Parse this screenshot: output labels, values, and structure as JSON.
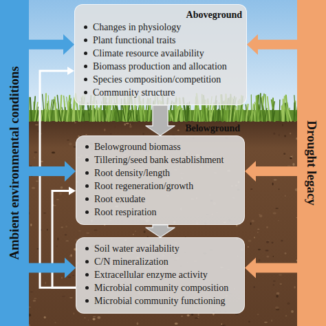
{
  "diagram": {
    "nodes": [
      {
        "text": [
          "Ambient environmental conditions"
        ]
      },
      {
        "text": [
          "Aboveground",
          "Changes in physiology",
          "Plant functional traits",
          "Climate resource availability",
          "Biomass production and allocation",
          "Species composition/competition",
          "Community structure"
        ]
      },
      {
        "text": [
          "Belowground",
          "Belowground biomass",
          "Tillering/seed bank establishment",
          "Root density/length",
          "Root regeneration/growth",
          "Root exudate",
          "Root respiration"
        ]
      },
      {
        "text": [
          "Soil water availability",
          "C/N mineralization",
          "Extracellular enzyme activity",
          "Microbial community composition",
          "Microbial community functioning"
        ]
      },
      {
        "text": [
          "Drought legacy"
        ]
      }
    ],
    "edges": [
      {
        "from": 1,
        "to": 2,
        "arrow": "to"
      },
      {
        "from": 2,
        "to": 3,
        "arrow": "to"
      },
      {
        "from": 0,
        "to": 1,
        "arrow": "to"
      },
      {
        "from": 0,
        "to": 2,
        "arrow": "to"
      },
      {
        "from": 0,
        "to": 3,
        "arrow": "to"
      },
      {
        "from": 4,
        "to": 1,
        "arrow": "to"
      },
      {
        "from": 4,
        "to": 2,
        "arrow": "to"
      },
      {
        "from": 4,
        "to": 3,
        "arrow": "to"
      },
      {
        "from": 3,
        "to": 1,
        "arrow": "to"
      },
      {
        "from": 3,
        "to": 2,
        "arrow": "to"
      }
    ]
  }
}
